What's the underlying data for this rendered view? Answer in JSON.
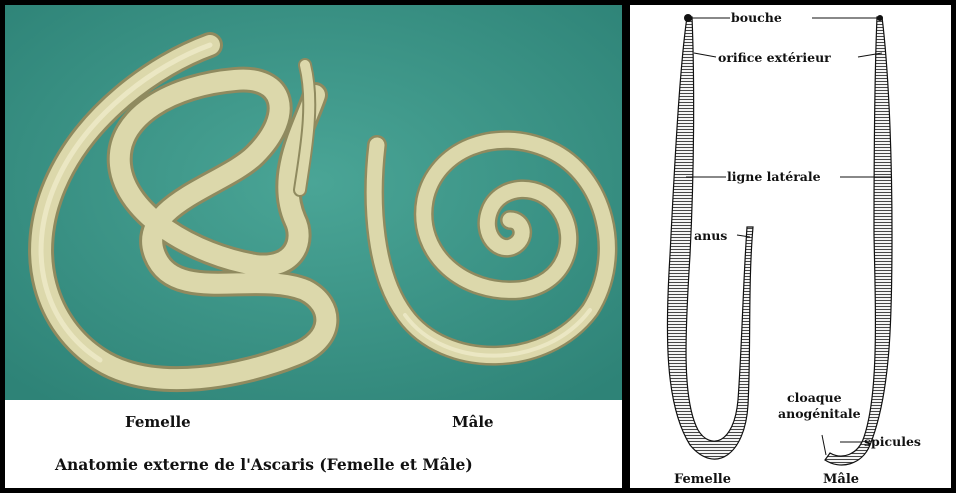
{
  "photo": {
    "caption_female": "Femelle",
    "caption_male": "Mâle",
    "title": "Anatomie externe de l'Ascaris (Femelle et Mâle)"
  },
  "diagram": {
    "labels": {
      "mouth": "bouche",
      "external_orifice": "orifice extérieur",
      "lateral_line": "ligne latérale",
      "anus": "anus",
      "cloaca_1": "cloaque",
      "cloaca_2": "anogénitale",
      "spicules": "spicules"
    },
    "caption_female": "Femelle",
    "caption_male": "Mâle"
  },
  "colors": {
    "photo_background": "#3f9c8f",
    "worm_fill": "#d8d4a6",
    "diagram_ink": "#1a1a1a"
  }
}
